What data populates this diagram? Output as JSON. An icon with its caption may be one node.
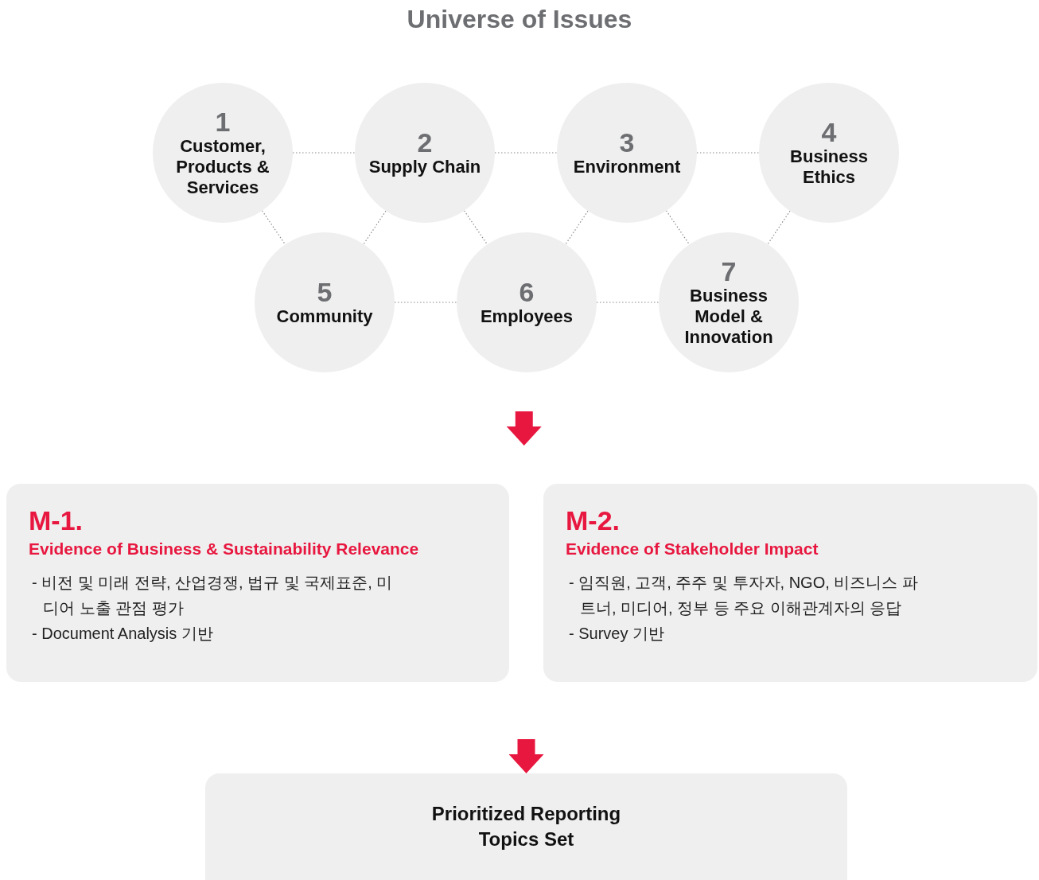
{
  "diagram": {
    "title": "Universe of Issues",
    "nodes": [
      {
        "text": [
          "1",
          "Customer, Products & Services"
        ]
      },
      {
        "text": [
          "2",
          "Supply Chain"
        ]
      },
      {
        "text": [
          "3",
          "Environment"
        ]
      },
      {
        "text": [
          "4",
          "Business Ethics"
        ]
      },
      {
        "text": [
          "5",
          "Community"
        ]
      },
      {
        "text": [
          "6",
          "Employees"
        ]
      },
      {
        "text": [
          "7",
          "Business Model & Innovation"
        ]
      },
      {
        "text": [
          "M-1.",
          "Evidence of Business & Sustainability Relevance",
          "- 비전 및 미래 전략, 산업경쟁, 법규 및 국제표준, 미디어 노출 관점 평가",
          "- Document Analysis 기반"
        ]
      },
      {
        "text": [
          "M-2.",
          "Evidence of Stakeholder Impact",
          "- 임직원, 고객, 주주 및 투자자, NGO, 비즈니스 파트너, 미디어, 정부 등 주요 이해관계자의 응답",
          "- Survey 기반"
        ]
      },
      {
        "text": [
          "Prioritized Reporting Topics Set"
        ]
      }
    ],
    "edges": [
      {
        "from": 0,
        "to": 1,
        "arrow": "none",
        "style": "dashed"
      },
      {
        "from": 1,
        "to": 2,
        "arrow": "none",
        "style": "dashed"
      },
      {
        "from": 2,
        "to": 3,
        "arrow": "none",
        "style": "dashed"
      },
      {
        "from": 0,
        "to": 4,
        "arrow": "none",
        "style": "dashed"
      },
      {
        "from": 1,
        "to": 4,
        "arrow": "none",
        "style": "dashed"
      },
      {
        "from": 1,
        "to": 5,
        "arrow": "none",
        "style": "dashed"
      },
      {
        "from": 2,
        "to": 5,
        "arrow": "none",
        "style": "dashed"
      },
      {
        "from": 2,
        "to": 6,
        "arrow": "none",
        "style": "dashed"
      },
      {
        "from": 3,
        "to": 6,
        "arrow": "none",
        "style": "dashed"
      },
      {
        "from": 4,
        "to": 5,
        "arrow": "none",
        "style": "dashed"
      },
      {
        "from": 5,
        "to": 6,
        "arrow": "none",
        "style": "dashed"
      },
      {
        "from": null,
        "to": 7,
        "arrow": "to",
        "style": "thick",
        "color": "#e8173f"
      },
      {
        "from": null,
        "to": 8,
        "arrow": "to",
        "style": "thick",
        "color": "#e8173f"
      },
      {
        "from": null,
        "to": 9,
        "arrow": "to",
        "style": "thick",
        "color": "#e8173f"
      }
    ]
  }
}
